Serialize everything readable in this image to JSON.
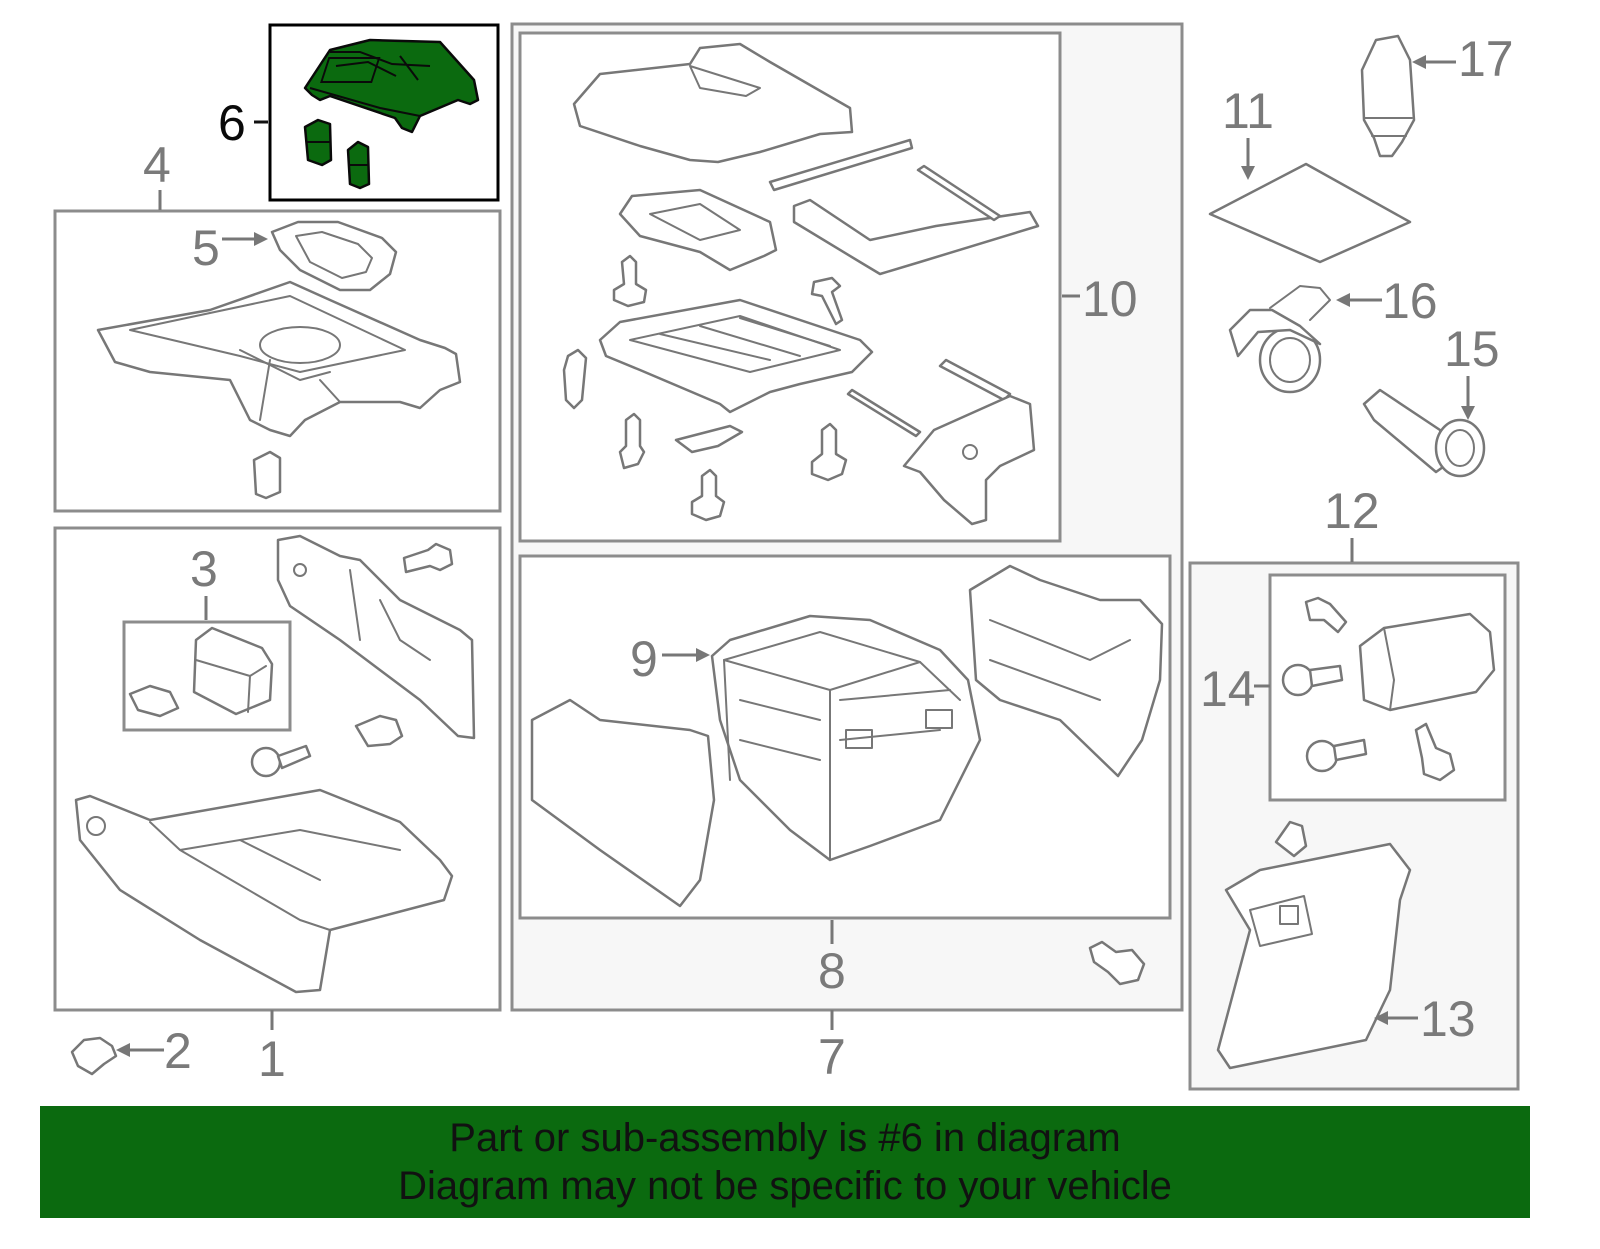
{
  "diagram": {
    "callouts": {
      "c1": "1",
      "c2": "2",
      "c3": "3",
      "c4": "4",
      "c5": "5",
      "c6": "6",
      "c7": "7",
      "c8": "8",
      "c9": "9",
      "c10": "10",
      "c11": "11",
      "c12": "12",
      "c13": "13",
      "c14": "14",
      "c15": "15",
      "c16": "16",
      "c17": "17"
    },
    "highlighted_part": "6",
    "colors": {
      "highlight": "#0b6a0f",
      "line": "#777777",
      "box_fill": "#f7f7f7",
      "banner": "#0b6a0f"
    }
  },
  "banner": {
    "line1": "Part or sub-assembly is #6 in diagram",
    "line2": "Diagram may not be specific to your vehicle"
  }
}
